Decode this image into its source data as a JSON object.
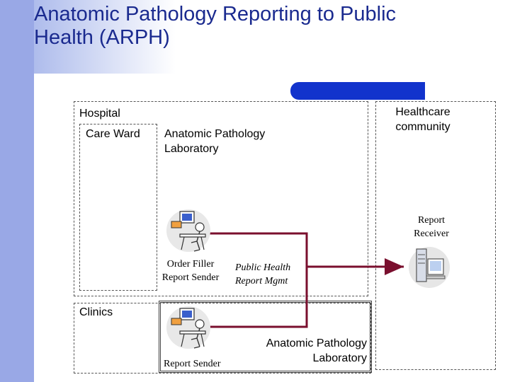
{
  "title": "Anatomic Pathology Reporting to Public Health (ARPH)",
  "title_lines": [
    "Anatomic Pathology Reporting to Public",
    "Health (ARPH)"
  ],
  "colors": {
    "title": "#1a2a8f",
    "accent_bar": "#1233cc",
    "connector": "#7a0f2e",
    "side_band": "#99a8e6"
  },
  "hospital": {
    "label": "Hospital",
    "care_ward": "Care Ward",
    "lab": "Anatomic Pathology\nLaboratory",
    "actor_role": "Order Filler\nReport Sender",
    "transaction": "Public Health\nReport Mgmt"
  },
  "healthcare_community": {
    "label": "Healthcare\ncommunity",
    "actor_role": "Report\nReceiver"
  },
  "clinics": {
    "label": "Clinics",
    "actor_role": "Report Sender",
    "lab": "Anatomic Pathology\nLaboratory"
  },
  "icons": [
    "workstation-icon",
    "workstation-icon",
    "server-icon"
  ]
}
